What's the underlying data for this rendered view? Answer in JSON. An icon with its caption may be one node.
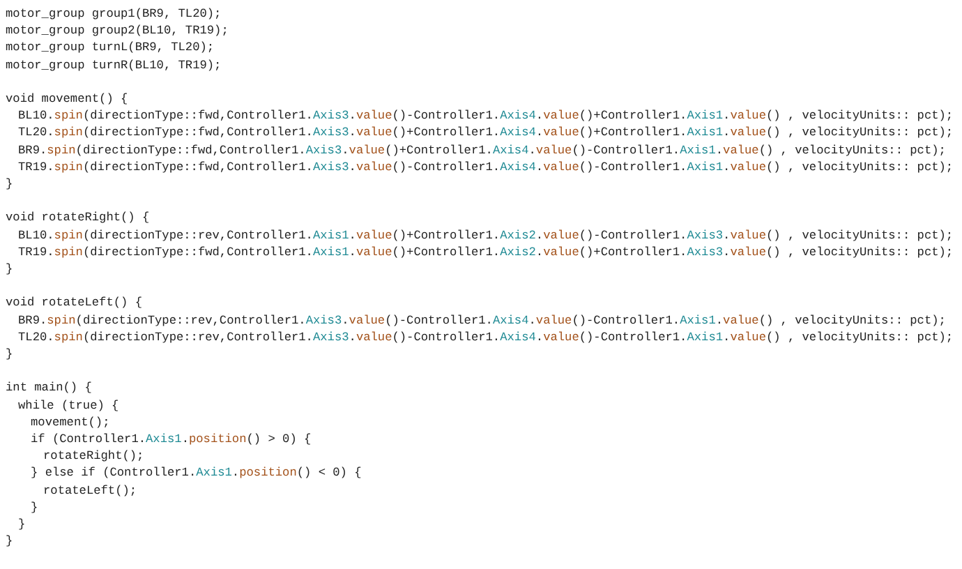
{
  "diagram": {
    "labels": [
      "motor_group group1(BR9, TL20);",
      "motor_group group2(BL10, TR19);",
      "motor_group turnL(BR9, TL20);",
      "motor_group turnR(BL10, TR19);",
      "void movement() {",
      "BL10.spin(directionType::fwd,Controller1.Axis3.value()-Controller1.Axis4.value()+Controller1.Axis1.value() , velocityUnits:: pct);",
      "TL20.spin(directionType::fwd,Controller1.Axis3.value()+Controller1.Axis4.value()+Controller1.Axis1.value() , velocityUnits:: pct);",
      "BR9.spin(directionType::fwd,Controller1.Axis3.value()+Controller1.Axis4.value()-Controller1.Axis1.value() , velocityUnits:: pct);",
      "TR19.spin(directionType::fwd,Controller1.Axis3.value()-Controller1.Axis4.value()-Controller1.Axis1.value() , velocityUnits:: pct);",
      "}",
      "void rotateRight() {",
      "BL10.spin(directionType::rev,Controller1.Axis1.value()+Controller1.Axis2.value()-Controller1.Axis3.value() , velocityUnits:: pct);",
      "TR19.spin(directionType::fwd,Controller1.Axis1.value()+Controller1.Axis2.value()+Controller1.Axis3.value() , velocityUnits:: pct);",
      "}",
      "void rotateLeft() {",
      "BR9.spin(directionType::rev,Controller1.Axis3.value()-Controller1.Axis4.value()-Controller1.Axis1.value() , velocityUnits:: pct);",
      "TL20.spin(directionType::rev,Controller1.Axis3.value()-Controller1.Axis4.value()-Controller1.Axis1.value() , velocityUnits:: pct);",
      "}",
      "int main() {",
      "while (true) {",
      "movement();",
      "if (Controller1.Axis1.position() > 0) {",
      "rotateRight();",
      "} else if (Controller1.Axis1.position() < 0) {",
      "rotateLeft();",
      "}",
      "}",
      "}"
    ]
  }
}
